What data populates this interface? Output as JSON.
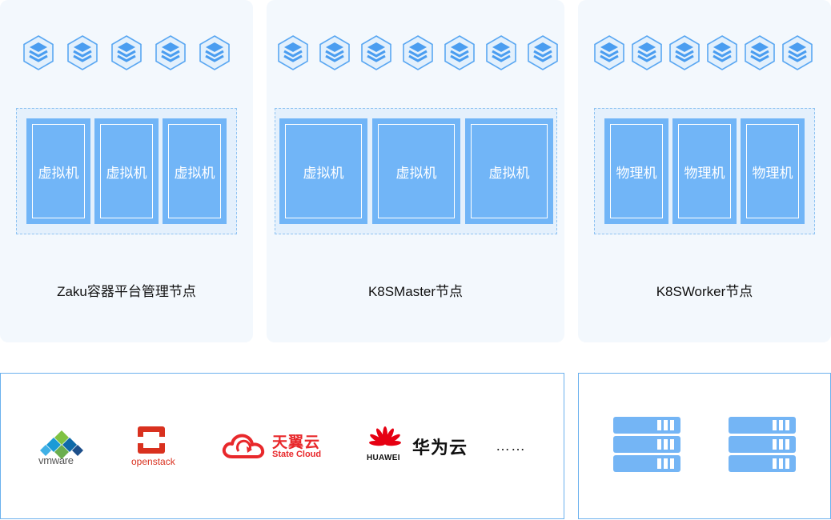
{
  "nodes": [
    {
      "label": "Zaku容器平台管理节点",
      "machines": [
        "虚拟机",
        "虚拟机",
        "虚拟机"
      ],
      "container_icon_count": 5
    },
    {
      "label": "K8SMaster节点",
      "machines": [
        "虚拟机",
        "虚拟机",
        "虚拟机"
      ],
      "container_icon_count": 7
    },
    {
      "label": "K8SWorker节点",
      "machines": [
        "物理机",
        "物理机",
        "物理机"
      ],
      "container_icon_count": 6
    }
  ],
  "infrastructure": {
    "providers": [
      {
        "name": "vmware",
        "icon": "vmware-logo"
      },
      {
        "name": "openstack",
        "icon": "openstack-logo"
      },
      {
        "name": "天翼云",
        "subtitle": "State Cloud",
        "icon": "state-cloud-logo"
      },
      {
        "name": "华为云",
        "subtitle": "HUAWEI",
        "icon": "huawei-logo"
      }
    ],
    "more": "……",
    "physical_server_icon_count": 2
  },
  "colors": {
    "panel_bg": "#f3f8fd",
    "vm_blue": "#71b5f7",
    "cube_blue": "#4a9df0",
    "border_blue": "#6bb1ee",
    "state_cloud_red": "#e8282b",
    "huawei_red": "#e60012"
  }
}
